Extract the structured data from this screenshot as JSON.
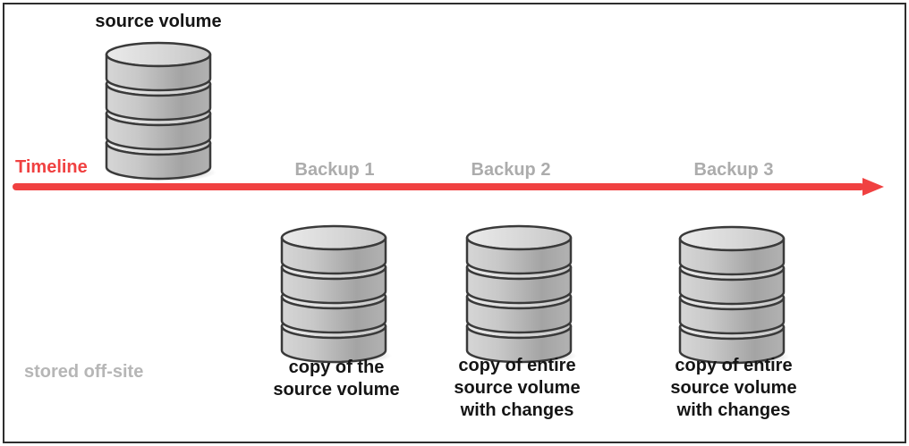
{
  "diagram": {
    "source_label": "source volume",
    "timeline_label": "Timeline",
    "stored_offsite_label": "stored off-site",
    "backups": [
      {
        "name": "Backup 1",
        "caption_lines": [
          "copy of the",
          "source volume"
        ]
      },
      {
        "name": "Backup 2",
        "caption_lines": [
          "copy of entire",
          "source volume",
          "with changes"
        ]
      },
      {
        "name": "Backup 3",
        "caption_lines": [
          "copy of entire",
          "source volume",
          "with changes"
        ]
      }
    ],
    "colors": {
      "accent_red": "#f04141",
      "muted_gray": "#acacac",
      "muted_gray_light": "#b6b6b6",
      "text_black": "#151515",
      "cylinder_outline": "#3a3a3a",
      "cylinder_top": "#e3e3e3",
      "cylinder_body": "#b5b5b5"
    }
  }
}
